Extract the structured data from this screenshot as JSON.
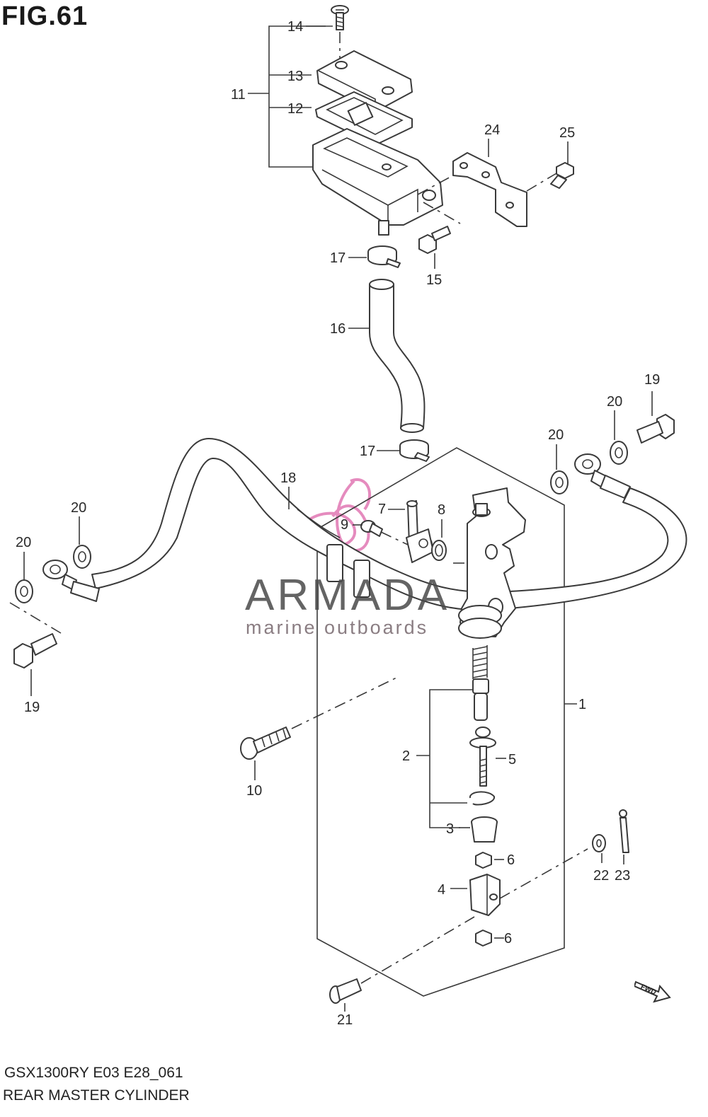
{
  "figure_title": "FIG.61",
  "model_code": "GSX1300RY  E03  E28_061",
  "part_name": "REAR MASTER CYLINDER",
  "watermark": {
    "brand": "ARMADA",
    "tagline": "marine outboards",
    "accent_color": "#e37fb8"
  },
  "fwd_label": "FWD",
  "callouts": [
    "1",
    "2",
    "3",
    "4",
    "5",
    "6",
    "6",
    "7",
    "8",
    "9",
    "10",
    "11",
    "12",
    "13",
    "14",
    "15",
    "16",
    "17",
    "17",
    "18",
    "19",
    "19",
    "20",
    "20",
    "20",
    "20",
    "21",
    "22",
    "23",
    "24",
    "25"
  ],
  "colors": {
    "line": "#3a3a3a",
    "text": "#2a2a2a",
    "background": "#ffffff"
  }
}
